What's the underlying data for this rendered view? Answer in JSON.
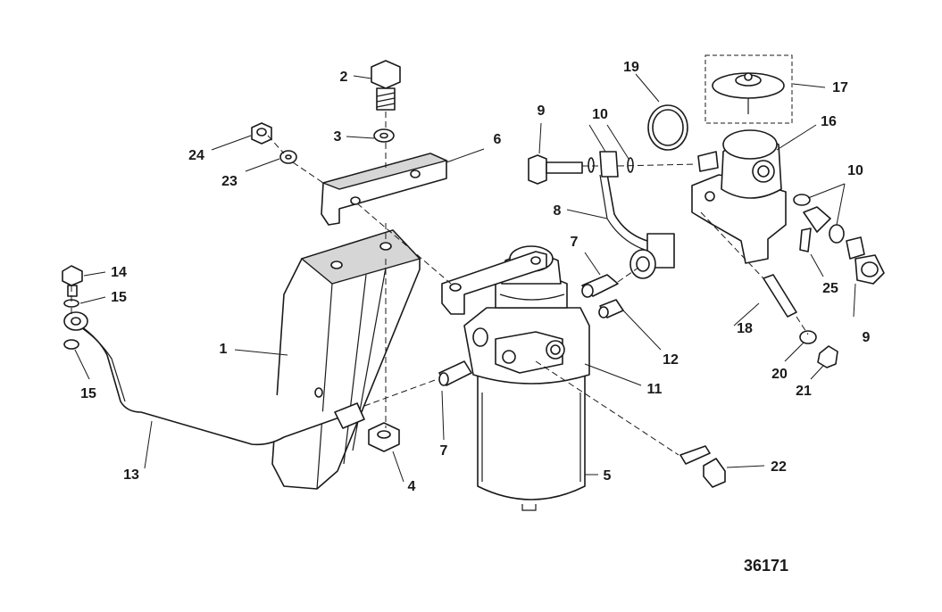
{
  "diagram": {
    "figure_number": "36171",
    "callouts": [
      "1",
      "2",
      "3",
      "4",
      "5",
      "6",
      "7",
      "7",
      "8",
      "9",
      "9",
      "10",
      "10",
      "11",
      "12",
      "13",
      "14",
      "15",
      "15",
      "16",
      "17",
      "18",
      "19",
      "20",
      "21",
      "22",
      "23",
      "24",
      "25"
    ]
  }
}
